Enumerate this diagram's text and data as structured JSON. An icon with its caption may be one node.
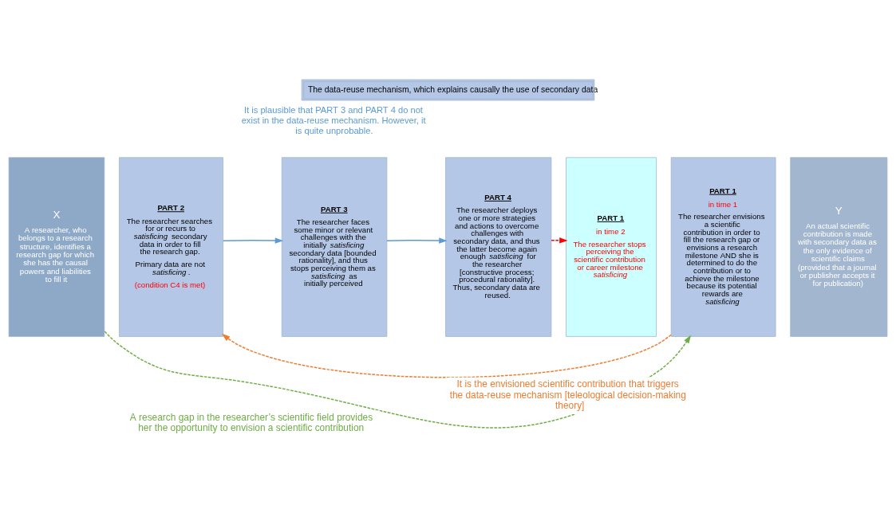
{
  "diagram": {
    "title": "The data-reuse mechanism, which explains causally the use of secondary data",
    "nodes": [
      {
        "text": [
          "X",
          "A researcher, who belongs to a research structure, identifies a research gap for which she has the causal powers and liabilities to fill it"
        ]
      },
      {
        "text": [
          "PART 2",
          "The researcher searches for or recurs to *satisficing* secondary data in order to fill the research gap.",
          "Primary data are not *satisficing*.",
          "(condition C4 is met)"
        ]
      },
      {
        "text": [
          "PART 3",
          "The researcher faces some minor or relevant challenges with the initially *satisficing* secondary data [bounded rationality], and thus stops perceiving them as *satisficing* as initially perceived"
        ]
      },
      {
        "text": [
          "PART 4",
          "The researcher deploys one or more strategies and actions to overcome challenges with secondary data, and thus the latter become again enough *satisficing* for the researcher [constructive process; procedural rationality]. Thus, secondary data are reused."
        ]
      },
      {
        "text": [
          "PART 1",
          "in time 2",
          "The researcher stops perceiving the scientific contribution or career milestone *satisficing*"
        ]
      },
      {
        "text": [
          "PART 1",
          "in time 1",
          "The researcher envisions a scientific contribution in order to fill the research gap or envisions a research milestone AND she is determined to do the contribution or to achieve the milestone because its potential rewards are *satisficing*"
        ]
      },
      {
        "text": [
          "Y",
          "An actual scientific contribution is made with secondary data as the only evidence of scientific claims (provided that a journal or publisher accepts it for publication)"
        ]
      }
    ],
    "edges": [
      {
        "from": 0,
        "to": 5,
        "arrow": "to",
        "label": "A research gap in the researcher’s scientific field provides her the opportunity to envision a scientific contribution",
        "style": "dashed",
        "color": "#70ad47"
      },
      {
        "from": 1,
        "to": 2,
        "arrow": "to"
      },
      {
        "from": 2,
        "to": 3,
        "arrow": "to"
      },
      {
        "from": 3,
        "to": 4,
        "arrow": "to",
        "style": "dashed",
        "color": "#ff0000"
      },
      {
        "from": 5,
        "to": 1,
        "arrow": "to",
        "label": "It is the envisioned scientific contribution that triggers the data-reuse mechanism [teleological decision-making theory]",
        "style": "dashed",
        "color": "#ed7d31"
      }
    ],
    "labels": [
      "It is plausible that PART 3 and PART 4 do not exist in the data-reuse mechanism. However, it is quite unprobable."
    ]
  }
}
